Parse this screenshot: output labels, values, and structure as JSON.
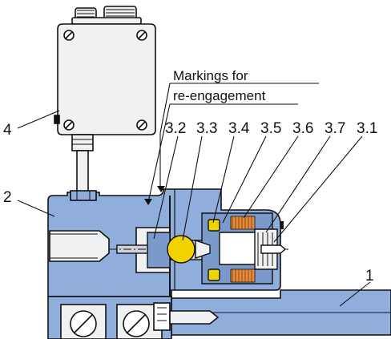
{
  "annotation": {
    "line1": "Markings for",
    "line2": "re-engagement"
  },
  "callouts": [
    "4",
    "2",
    "3.2",
    "3.3",
    "3.4",
    "3.5",
    "3.6",
    "3.7",
    "3.1",
    "1"
  ],
  "colors": {
    "housing_blue": "#8faedb",
    "housing_blue_dark": "#7a9acb",
    "grey_body": "#f0f1f3",
    "shaft": "#cfd4db",
    "ball_yellow": "#f1d300",
    "coil_orange": "#e88a3a",
    "outline": "#111111"
  }
}
